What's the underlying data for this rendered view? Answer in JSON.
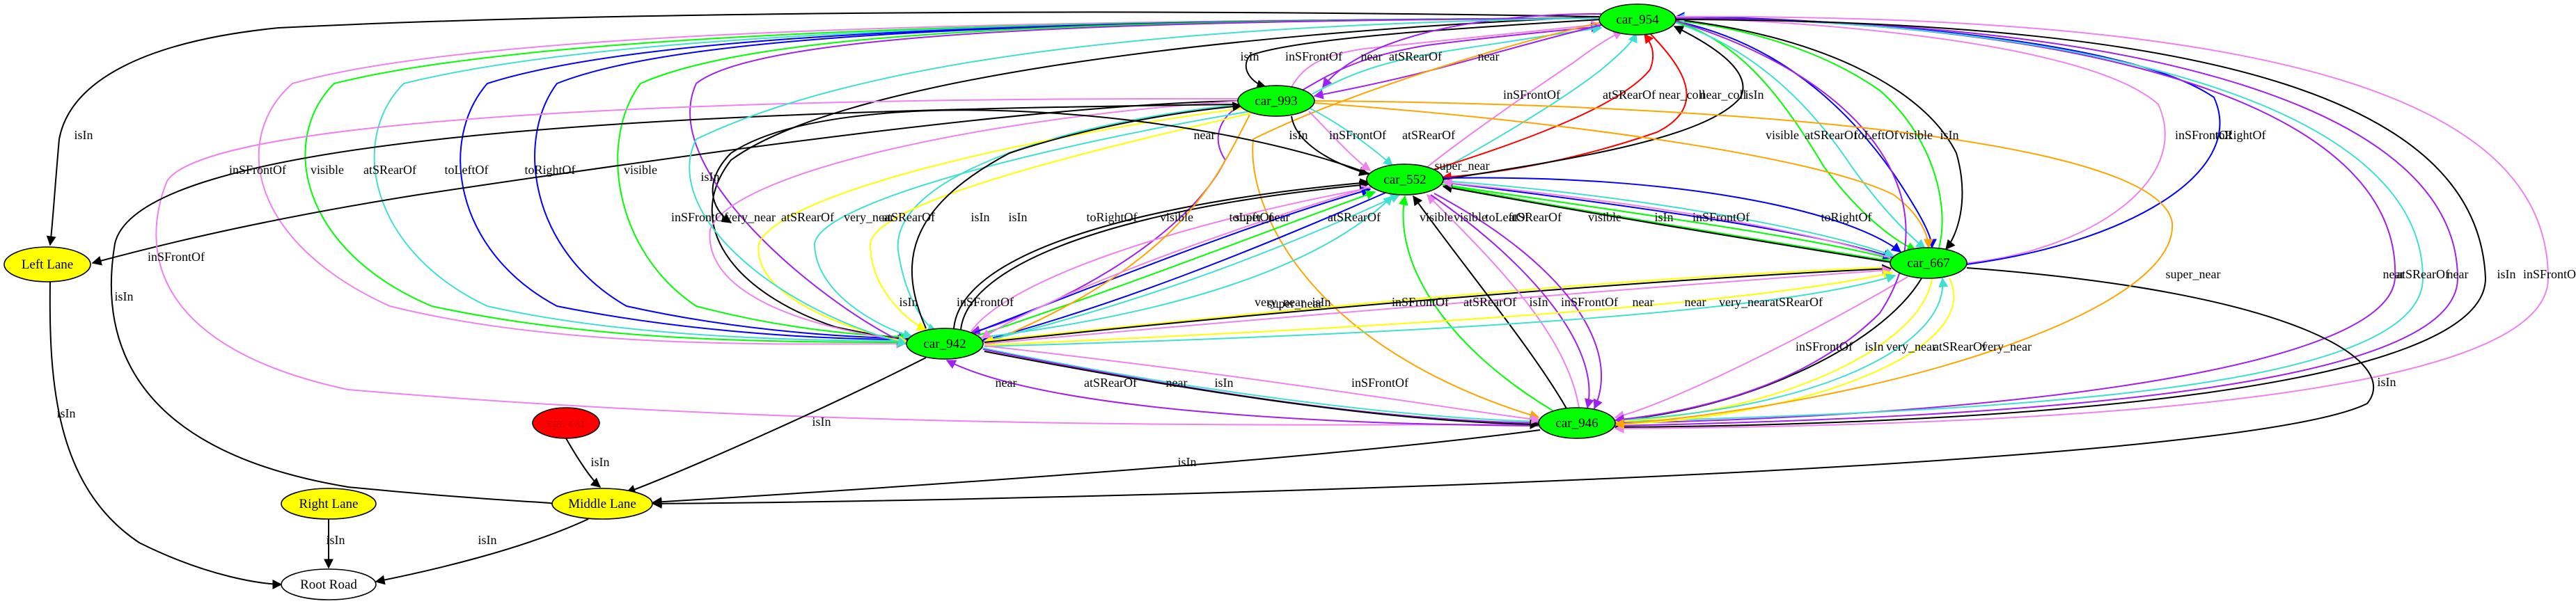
{
  "colors": {
    "car": "#00ff00",
    "ego": "#ff0000",
    "lane": "#ffff00",
    "road": "#ffffff",
    "isIn": "#000000",
    "inSFrontOf": "#ee82ee",
    "atSRearOf": "#40e0d0",
    "near": "#a020f0",
    "very_near": "#ffff00",
    "super_near": "#ffa500",
    "near_coll": "#ff0000",
    "visible": "#00ff00",
    "toLeftOf": "#0000ff",
    "toRightOf": "#0000ff"
  },
  "nodes": [
    {
      "id": "car_954",
      "label": "car_954",
      "kind": "car"
    },
    {
      "id": "car_993",
      "label": "car_993",
      "kind": "car"
    },
    {
      "id": "car_552",
      "label": "car_552",
      "kind": "car"
    },
    {
      "id": "car_667",
      "label": "car_667",
      "kind": "car"
    },
    {
      "id": "car_942",
      "label": "car_942",
      "kind": "car"
    },
    {
      "id": "car_946",
      "label": "car_946",
      "kind": "car"
    },
    {
      "id": "ego_car",
      "label": "ego car",
      "kind": "ego"
    },
    {
      "id": "left_lane",
      "label": "Left Lane",
      "kind": "lane"
    },
    {
      "id": "right_lane",
      "label": "Right Lane",
      "kind": "lane"
    },
    {
      "id": "middle_lane",
      "label": "Middle Lane",
      "kind": "lane"
    },
    {
      "id": "root_road",
      "label": "Root Road",
      "kind": "road"
    }
  ],
  "edges": [
    {
      "id": "e1",
      "label": "isIn"
    },
    {
      "id": "e2",
      "label": "inSFrontOf"
    },
    {
      "id": "e3",
      "label": "near"
    },
    {
      "id": "e4",
      "label": "atSRearOf"
    },
    {
      "id": "e5",
      "label": "near"
    },
    {
      "id": "e6",
      "label": "inSFrontOf"
    },
    {
      "id": "e7",
      "label": "atSRearOf"
    },
    {
      "id": "e8",
      "label": "near_coll"
    },
    {
      "id": "e9",
      "label": "near_coll"
    },
    {
      "id": "e10",
      "label": "isIn"
    },
    {
      "id": "e11",
      "label": "visible"
    },
    {
      "id": "e12",
      "label": "atSRearOf"
    },
    {
      "id": "e13",
      "label": "toLeftOf"
    },
    {
      "id": "e14",
      "label": "visible"
    },
    {
      "id": "e15",
      "label": "isIn"
    },
    {
      "id": "e16",
      "label": "inSFrontOf"
    },
    {
      "id": "e17",
      "label": "toRightOf"
    },
    {
      "id": "e18",
      "label": "near"
    },
    {
      "id": "e19",
      "label": "atSRearOf"
    },
    {
      "id": "e20",
      "label": "near"
    },
    {
      "id": "e21",
      "label": "isIn"
    },
    {
      "id": "e22",
      "label": "inSFrontOf"
    },
    {
      "id": "e23",
      "label": "isIn"
    },
    {
      "id": "e24",
      "label": "inSFrontOf"
    },
    {
      "id": "e25",
      "label": "visible"
    },
    {
      "id": "e26",
      "label": "atSRearOf"
    },
    {
      "id": "e27",
      "label": "toLeftOf"
    },
    {
      "id": "e28",
      "label": "toRightOf"
    },
    {
      "id": "e29",
      "label": "visible"
    },
    {
      "id": "e30",
      "label": "isIn"
    },
    {
      "id": "e31",
      "label": "near"
    },
    {
      "id": "e32",
      "label": "isIn"
    },
    {
      "id": "e33",
      "label": "inSFrontOf"
    },
    {
      "id": "e34",
      "label": "near"
    },
    {
      "id": "e35",
      "label": "atSRearOf"
    },
    {
      "id": "e36",
      "label": "super_near"
    },
    {
      "id": "e37",
      "label": "isIn"
    },
    {
      "id": "e38",
      "label": "atSRearOf"
    },
    {
      "id": "e39",
      "label": "inSFrontOf"
    },
    {
      "id": "e40",
      "label": "super_near"
    },
    {
      "id": "e41",
      "label": "inSFrontOf"
    },
    {
      "id": "e42",
      "label": "very_near"
    },
    {
      "id": "e43",
      "label": "atSRearOf"
    },
    {
      "id": "e44",
      "label": "very_near"
    },
    {
      "id": "e45",
      "label": "isIn"
    },
    {
      "id": "e46",
      "label": "isIn"
    },
    {
      "id": "e47",
      "label": "isIn"
    },
    {
      "id": "e48",
      "label": "inSFrontOf"
    },
    {
      "id": "e49",
      "label": "toRightOf"
    },
    {
      "id": "e50",
      "label": "visible"
    },
    {
      "id": "e51",
      "label": "toLeftOf"
    },
    {
      "id": "e52",
      "label": "super_near"
    },
    {
      "id": "e53",
      "label": "atSRearOf"
    },
    {
      "id": "e54",
      "label": "visible"
    },
    {
      "id": "e55",
      "label": "visible"
    },
    {
      "id": "e56",
      "label": "toLeftOf"
    },
    {
      "id": "e57",
      "label": "atSRearOf"
    },
    {
      "id": "e58",
      "label": "visible"
    },
    {
      "id": "e59",
      "label": "isIn"
    },
    {
      "id": "e60",
      "label": "inSFrontOf"
    },
    {
      "id": "e61",
      "label": "toRightOf"
    },
    {
      "id": "e62",
      "label": "very_near"
    },
    {
      "id": "e63",
      "label": "isIn"
    },
    {
      "id": "e64",
      "label": "inSFrontOf"
    },
    {
      "id": "e65",
      "label": "atSRearOf"
    },
    {
      "id": "e66",
      "label": "isIn"
    },
    {
      "id": "e67",
      "label": "inSFrontOf"
    },
    {
      "id": "e68",
      "label": "near"
    },
    {
      "id": "e69",
      "label": "near"
    },
    {
      "id": "e70",
      "label": "very_near"
    },
    {
      "id": "e71",
      "label": "atSRearOf"
    },
    {
      "id": "e72",
      "label": "inSFrontOf"
    },
    {
      "id": "e73",
      "label": "isIn"
    },
    {
      "id": "e74",
      "label": "very_near"
    },
    {
      "id": "e75",
      "label": "atSRearOf"
    },
    {
      "id": "e76",
      "label": "very_near"
    },
    {
      "id": "e77",
      "label": "isIn"
    },
    {
      "id": "e78",
      "label": "near"
    },
    {
      "id": "e79",
      "label": "atSRearOf"
    },
    {
      "id": "e80",
      "label": "near"
    },
    {
      "id": "e81",
      "label": "isIn"
    },
    {
      "id": "e82",
      "label": "inSFrontOf"
    },
    {
      "id": "e83",
      "label": "isIn"
    },
    {
      "id": "e84",
      "label": "isIn"
    },
    {
      "id": "e85",
      "label": "isIn"
    },
    {
      "id": "e86",
      "label": "isIn"
    },
    {
      "id": "e87",
      "label": "isIn"
    },
    {
      "id": "e88",
      "label": "isIn"
    },
    {
      "id": "e89",
      "label": "isIn"
    },
    {
      "id": "e90",
      "label": "near"
    },
    {
      "id": "e91",
      "label": "atSRearOf"
    },
    {
      "id": "e92",
      "label": "near"
    },
    {
      "id": "e93",
      "label": "isIn"
    },
    {
      "id": "e94",
      "label": "inSFrontOf"
    },
    {
      "id": "e95",
      "label": "super_near"
    }
  ]
}
